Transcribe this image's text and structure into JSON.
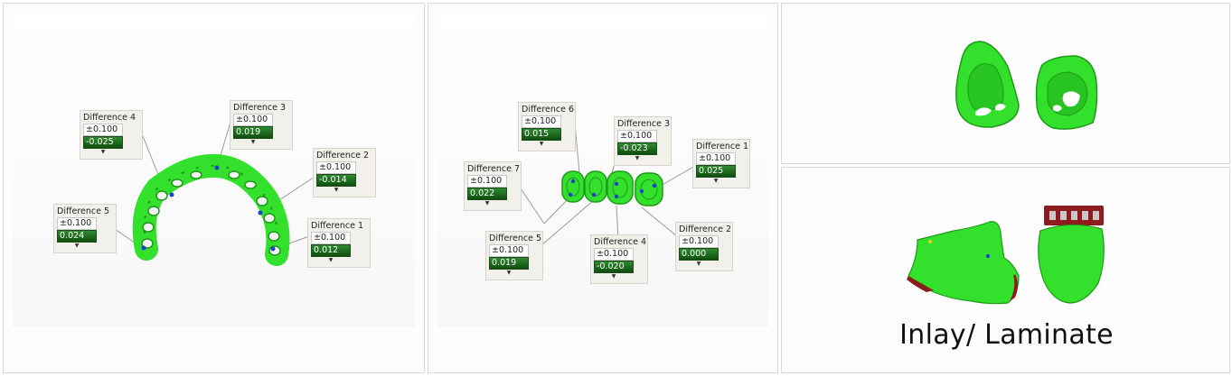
{
  "panel_full_arch": {
    "callouts": [
      {
        "title": "Difference 4",
        "tolerance": "±0.100",
        "value": "-0.025"
      },
      {
        "title": "Difference 3",
        "tolerance": "±0.100",
        "value": "0.019"
      },
      {
        "title": "Difference 2",
        "tolerance": "±0.100",
        "value": "-0.014"
      },
      {
        "title": "Difference 5",
        "tolerance": "±0.100",
        "value": "0.024"
      },
      {
        "title": "Difference 1",
        "tolerance": "±0.100",
        "value": "0.012"
      }
    ]
  },
  "panel_bridge": {
    "callouts": [
      {
        "title": "Difference 6",
        "tolerance": "±0.100",
        "value": "0.015"
      },
      {
        "title": "Difference 3",
        "tolerance": "±0.100",
        "value": "-0.023"
      },
      {
        "title": "Difference 1",
        "tolerance": "±0.100",
        "value": "0.025"
      },
      {
        "title": "Difference 7",
        "tolerance": "±0.100",
        "value": "0.022"
      },
      {
        "title": "Difference 5",
        "tolerance": "±0.100",
        "value": "0.019"
      },
      {
        "title": "Difference 4",
        "tolerance": "±0.100",
        "value": "-0.020"
      },
      {
        "title": "Difference 2",
        "tolerance": "±0.100",
        "value": "0.000"
      }
    ]
  },
  "panel_inlay": {
    "caption": "Inlay/ Laminate"
  },
  "colors": {
    "model_green": "#33e02c",
    "model_dark": "#1e9a18",
    "value_fill": "#1d6b1d",
    "marker_blue": "#1f3fd0",
    "die_red": "#8a1e1e"
  }
}
